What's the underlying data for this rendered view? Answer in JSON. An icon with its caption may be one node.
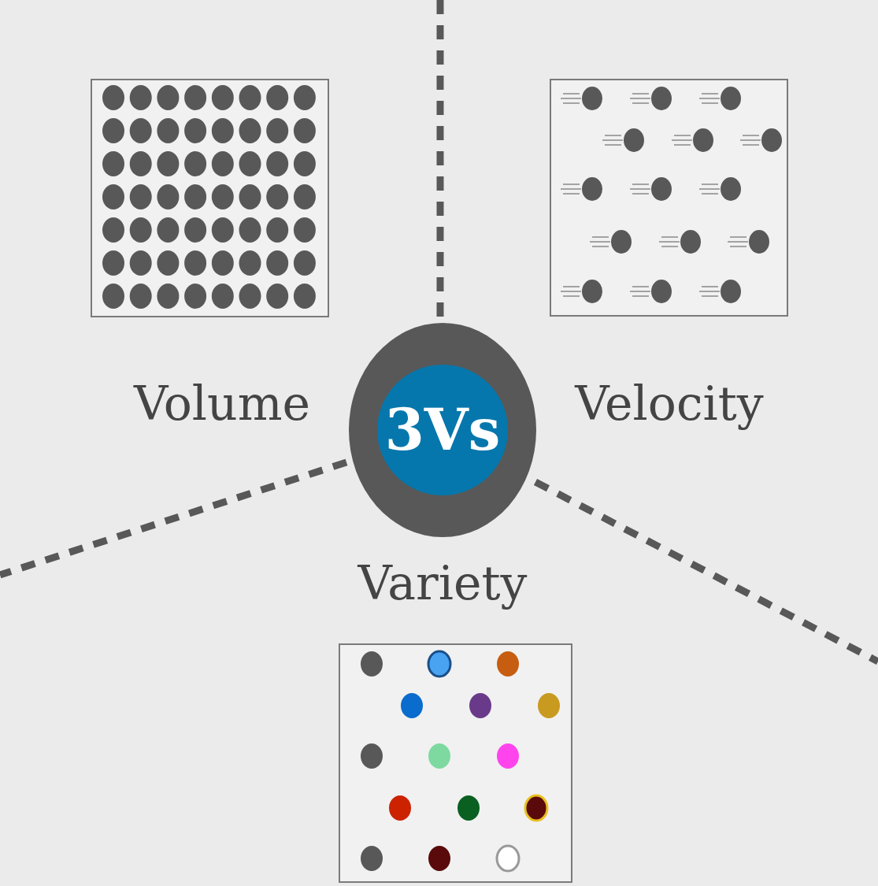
{
  "diagram": {
    "nodes": [
      {
        "text": [
          "3Vs"
        ]
      }
    ],
    "labels": [
      "Volume",
      "Velocity",
      "Variety"
    ]
  }
}
